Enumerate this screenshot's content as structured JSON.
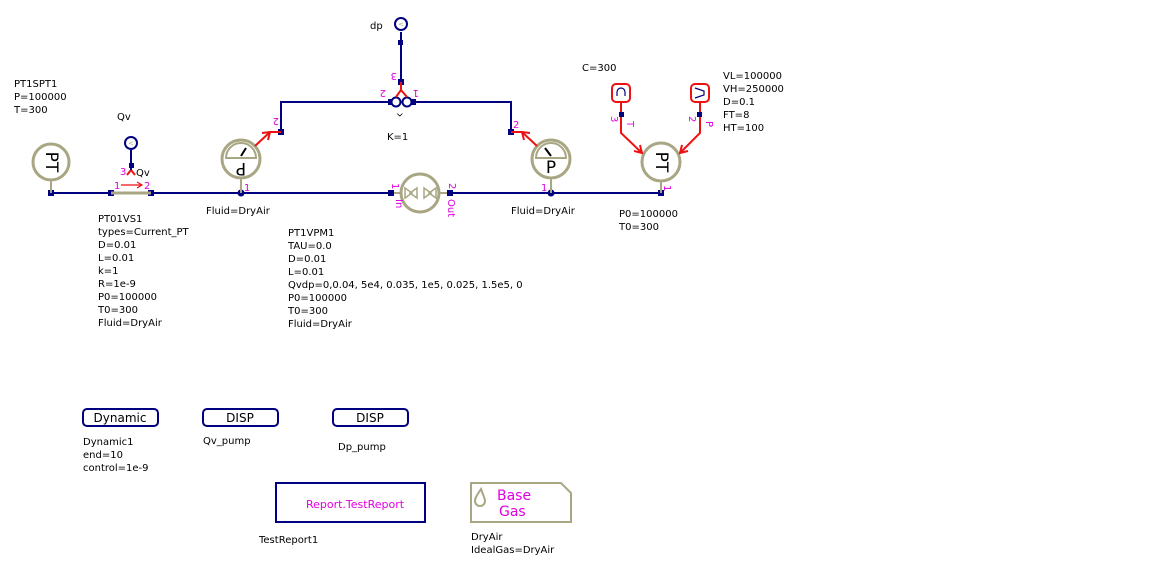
{
  "colors": {
    "wire": "#000080",
    "signal": "#ee1111",
    "component": "#a9a683",
    "pin_label": "#e000e0",
    "text": "#000000",
    "background": "#ffffff"
  },
  "components": {
    "source_pt1": {
      "symbol": "PT",
      "params": [
        "PT1SPT1",
        "P=100000",
        "T=300"
      ]
    },
    "volume_sensor": {
      "name": "Qv",
      "port_label": "Qv",
      "pins": {
        "in": "1",
        "out": "2",
        "signal": "3"
      },
      "params": [
        "PT01VS1",
        "types=Current_PT",
        "D=0.01",
        "L=0.01",
        "k=1",
        "R=1e-9",
        "P0=100000",
        "T0=300",
        "Fluid=DryAir"
      ]
    },
    "pressure_sensor_left": {
      "symbol": "P",
      "pins": {
        "fluid": "1",
        "signal": "2"
      },
      "params": [
        "Fluid=DryAir"
      ]
    },
    "pressure_sensor_right": {
      "symbol": "P",
      "pins": {
        "fluid": "1",
        "signal": "2"
      },
      "params": [
        "Fluid=DryAir"
      ]
    },
    "pump": {
      "pins": {
        "in": "1",
        "out": "2",
        "in_label": "In",
        "out_label": "Out"
      },
      "params": [
        "PT1VPM1",
        "TAU=0.0",
        "D=0.01",
        "L=0.01",
        "Qvdp=0,0.04, 5e4, 0.035, 1e5, 0.025, 1.5e5, 0",
        "P0=100000",
        "T0=300",
        "Fluid=DryAir"
      ]
    },
    "gain_sum": {
      "pins": {
        "in1": "1",
        "in2": "2",
        "out": "3"
      },
      "symbol": "^",
      "params": [
        "K=1"
      ]
    },
    "dp_sensor": {
      "name": "dp"
    },
    "sink_pt": {
      "symbol": "PT",
      "pins": {
        "fluid": "1",
        "p": "2",
        "t": "3",
        "p_label": "P",
        "t_label": "T"
      },
      "params": [
        "P0=100000",
        "T0=300"
      ]
    },
    "const_source": {
      "params": [
        "C=300"
      ]
    },
    "ramp_source": {
      "params": [
        "VL=100000",
        "VH=250000",
        "D=0.1",
        "FT=8",
        "HT=100"
      ]
    },
    "dynamic_block": {
      "label": "Dynamic",
      "params": [
        "Dynamic1",
        "end=10",
        "control=1e-9"
      ]
    },
    "disp_qv": {
      "label": "DISP",
      "params": [
        "Qv_pump"
      ]
    },
    "disp_dp": {
      "label": "DISP",
      "params": [
        "Dp_pump"
      ]
    },
    "report": {
      "label": "Report.TestReport",
      "params": [
        "TestReport1"
      ]
    },
    "base_gas": {
      "label_line1": "Base",
      "label_line2": "Gas",
      "params": [
        "DryAir",
        "IdealGas=DryAir"
      ]
    }
  }
}
